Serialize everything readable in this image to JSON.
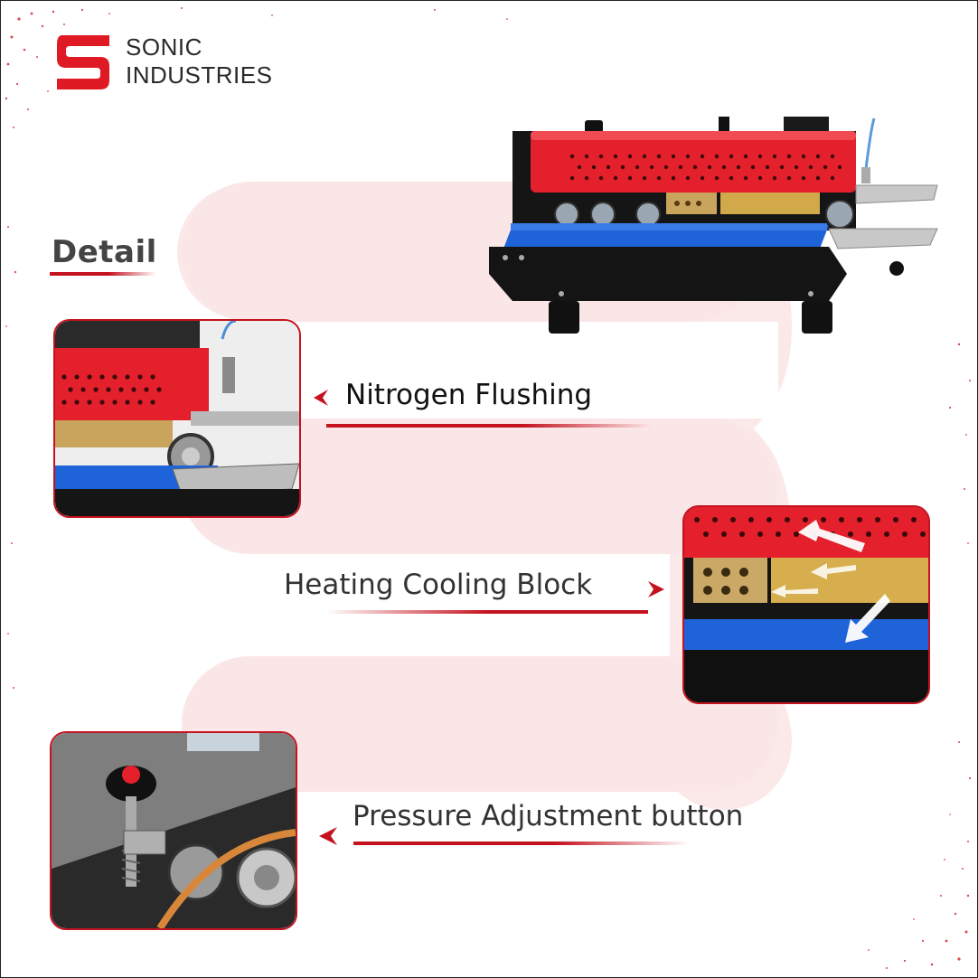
{
  "brand": {
    "name_line1": "SONIC",
    "name_line2": "INDUSTRIES",
    "accent_color": "#c4121f"
  },
  "section": {
    "title": "Detail"
  },
  "features": [
    {
      "label": "Nitrogen Flushing",
      "icon": "nitrogen-nozzle-closeup"
    },
    {
      "label": "Heating Cooling Block",
      "icon": "heating-cooling-block-closeup"
    },
    {
      "label": "Pressure Adjustment button",
      "icon": "pressure-knob-closeup"
    }
  ],
  "product": {
    "image": "continuous-band-sealer-machine"
  }
}
